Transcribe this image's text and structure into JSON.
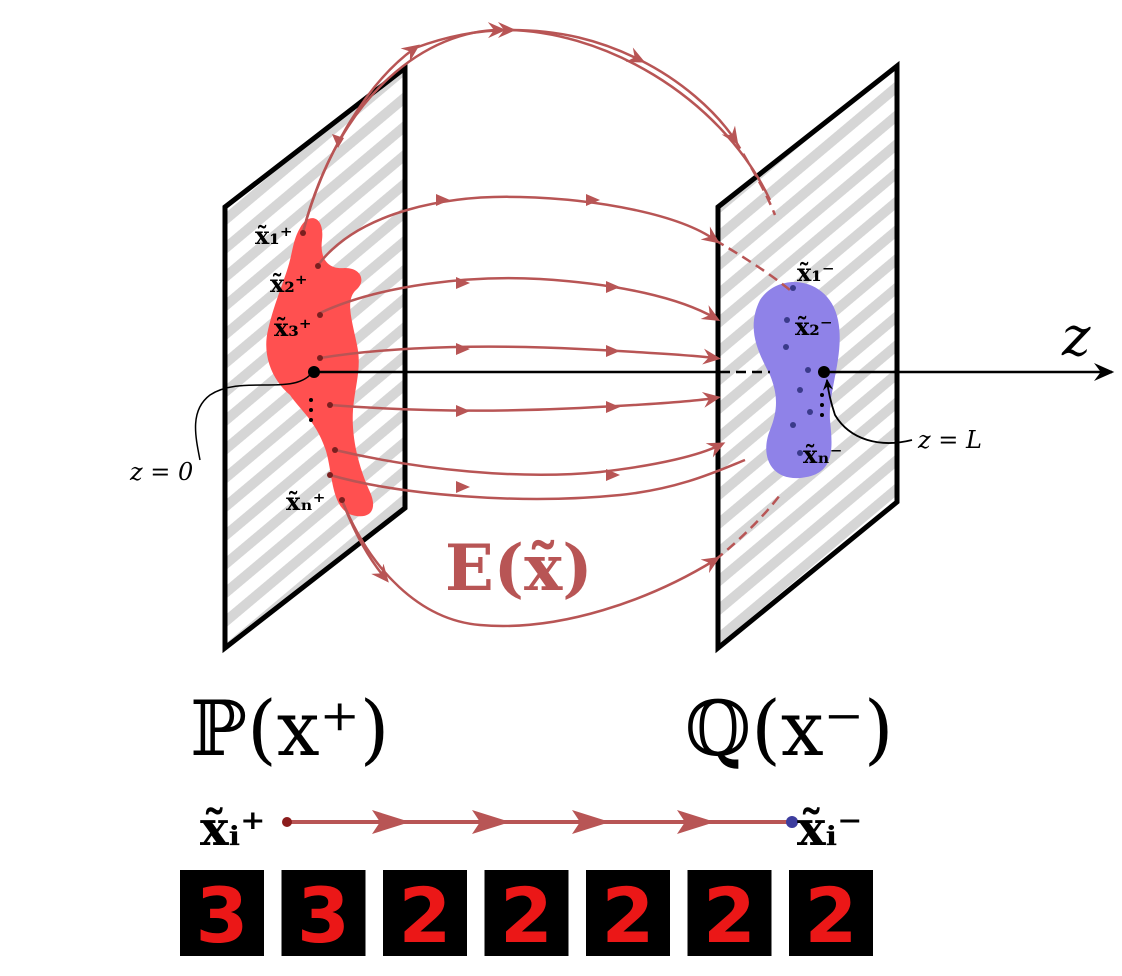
{
  "diagram": {
    "axis_label": "z",
    "z0_label": "z = 0",
    "zL_label": "z = L",
    "field_label": "E(x̃)",
    "left_distribution_label": "ℙ(x⁺)",
    "right_distribution_label": "ℚ(x⁻)",
    "left_points": [
      "x̃₁⁺",
      "x̃₂⁺",
      "x̃₃⁺",
      "x̃ₙ⁺"
    ],
    "right_points": [
      "x̃₁⁻",
      "x̃₂⁻",
      "x̃ₙ⁻"
    ],
    "path_start_label": "x̃ᵢ⁺",
    "path_end_label": "x̃ᵢ⁻",
    "thumbnails": [
      "3",
      "3",
      "2",
      "2",
      "2",
      "2",
      "2"
    ],
    "colors": {
      "field_line": "#b85555",
      "left_blob": "#ff5050",
      "right_blob": "#8f82e8",
      "plane_stripe": "#d6d6d6",
      "plane_border": "#000000",
      "thumb_bg": "#000000",
      "thumb_digit": "#ff1a1a",
      "start_dot": "#8b1c1c",
      "end_dot": "#3d3d9e"
    }
  }
}
